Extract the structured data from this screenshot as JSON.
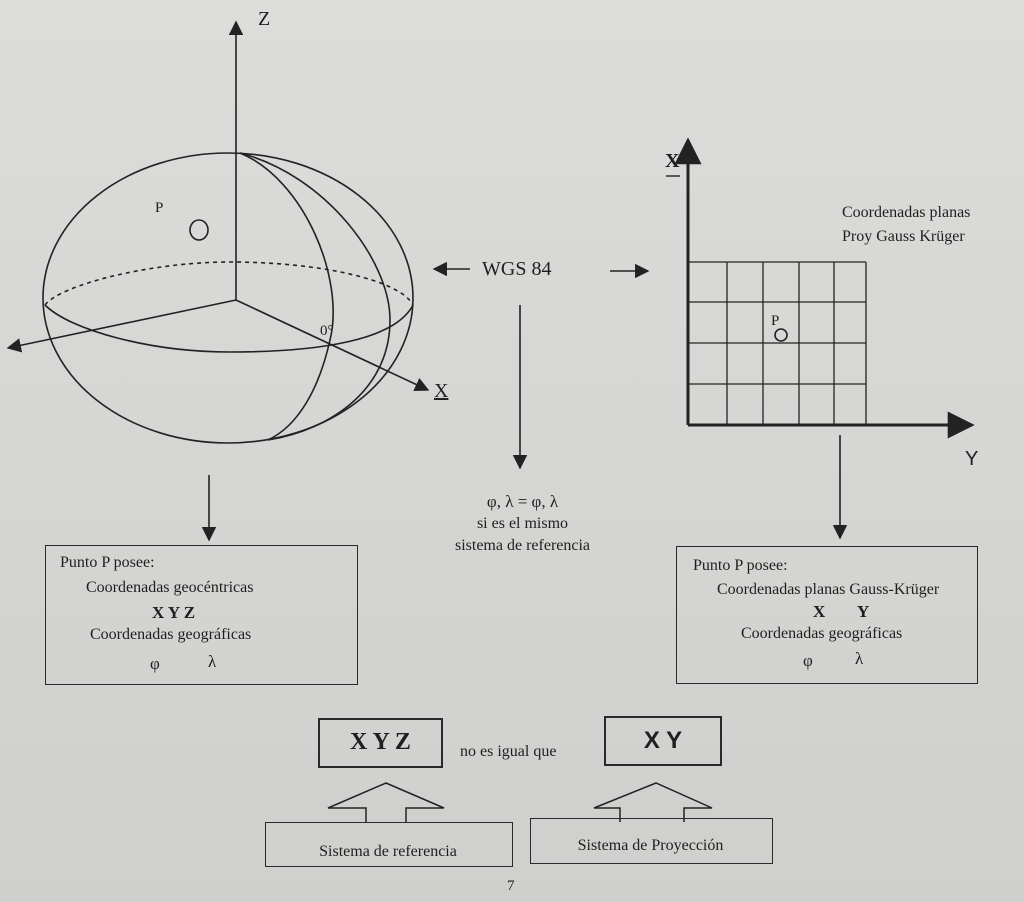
{
  "ellipsoid": {
    "axis_z": "Z",
    "axis_x": "X",
    "point_label": "P",
    "angle_mark": "0°"
  },
  "center_text": {
    "datum": "WGS 84",
    "formula": "φ, λ = φ, λ",
    "formula_note_1": "si es el mismo",
    "formula_note_2": "sistema de referencia"
  },
  "grid": {
    "axis_x": "X",
    "axis_y": "Y",
    "title_1": "Coordenadas planas",
    "title_2": "Proy Gauss Krüger",
    "point_label": "P"
  },
  "left_box": {
    "header": "Punto P posee:",
    "line1": "Coordenadas geocéntricas",
    "line2": "X  Y  Z",
    "line3": "Coordenadas geográficas",
    "phi": "φ",
    "lambda": "λ"
  },
  "right_box": {
    "header": "Punto P posee:",
    "line1": "Coordenadas planas Gauss-Krüger",
    "x": "X",
    "y": "Y",
    "line3": "Coordenadas geográficas",
    "phi": "φ",
    "lambda": "λ"
  },
  "comparison": {
    "left": "X  Y  Z",
    "middle": "no es igual que",
    "right": "X  Y"
  },
  "bottom": {
    "left_label": "Sistema de referencia",
    "right_label": "Sistema de Proyección"
  },
  "page_number": "7"
}
